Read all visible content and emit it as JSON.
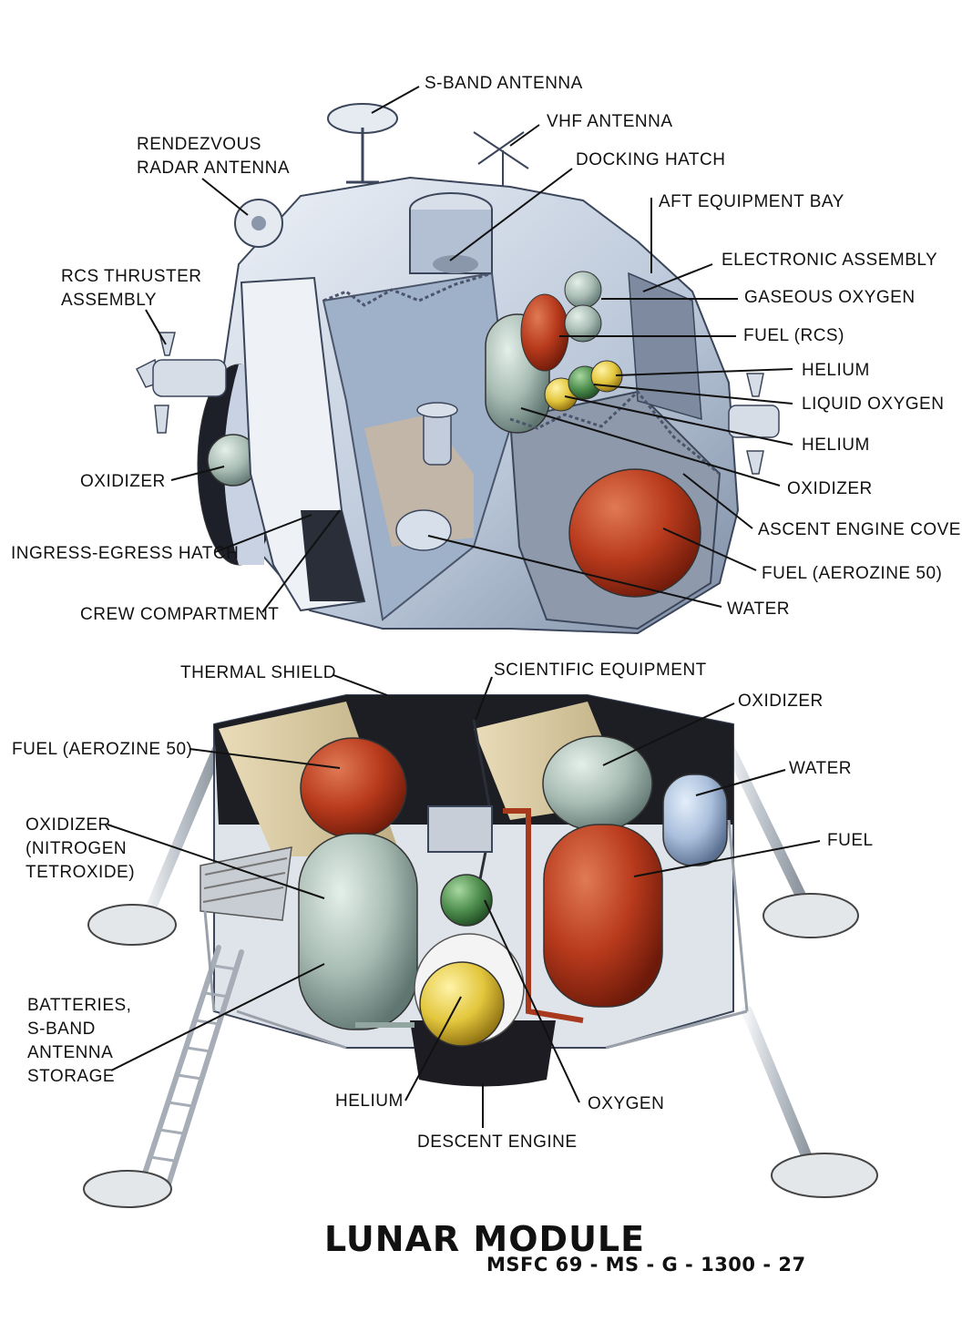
{
  "title": "LUNAR MODULE",
  "document_code": "MSFC 69 - MS - G - 1300 - 27",
  "colors": {
    "fuel_tank": "#b83a1c",
    "oxidizer_tank": "#a8bcb4",
    "helium_tank": "#e2c63c",
    "oxygen_tank": "#4f8f4f",
    "water_tank": "#a9bfdc",
    "structure": "#c9d3e0",
    "descent_engine": "#1c1c22"
  },
  "ascent_stage": {
    "labels": {
      "s_band_antenna": "S-BAND ANTENNA",
      "vhf_antenna": "VHF ANTENNA",
      "rendezvous_radar_antenna": "RENDEZVOUS\nRADAR ANTENNA",
      "docking_hatch": "DOCKING HATCH",
      "aft_equipment_bay": "AFT EQUIPMENT BAY",
      "rcs_thruster_assembly": "RCS THRUSTER\nASSEMBLY",
      "electronic_assembly": "ELECTRONIC ASSEMBLY",
      "gaseous_oxygen": "GASEOUS OXYGEN",
      "fuel_rcs": "FUEL (RCS)",
      "helium_1": "HELIUM",
      "liquid_oxygen": "LIQUID OXYGEN",
      "helium_2": "HELIUM",
      "oxidizer_left": "OXIDIZER",
      "oxidizer_right": "OXIDIZER",
      "ingress_egress_hatch": "INGRESS-EGRESS HATCH",
      "ascent_engine_cover": "ASCENT ENGINE COVER",
      "fuel_aerozine": "FUEL (AEROZINE 50)",
      "crew_compartment": "CREW COMPARTMENT",
      "water": "WATER"
    }
  },
  "descent_stage": {
    "labels": {
      "thermal_shield": "THERMAL SHIELD",
      "scientific_equipment": "SCIENTIFIC EQUIPMENT",
      "oxidizer_top": "OXIDIZER",
      "fuel_aerozine": "FUEL (AEROZINE 50)",
      "water": "WATER",
      "fuel": "FUEL",
      "oxidizer_nitrogen": "OXIDIZER\n(NITROGEN\nTETROXIDE)",
      "batteries": "BATTERIES,\nS-BAND\nANTENNA\nSTORAGE",
      "helium": "HELIUM",
      "oxygen": "OXYGEN",
      "descent_engine": "DESCENT ENGINE"
    }
  }
}
